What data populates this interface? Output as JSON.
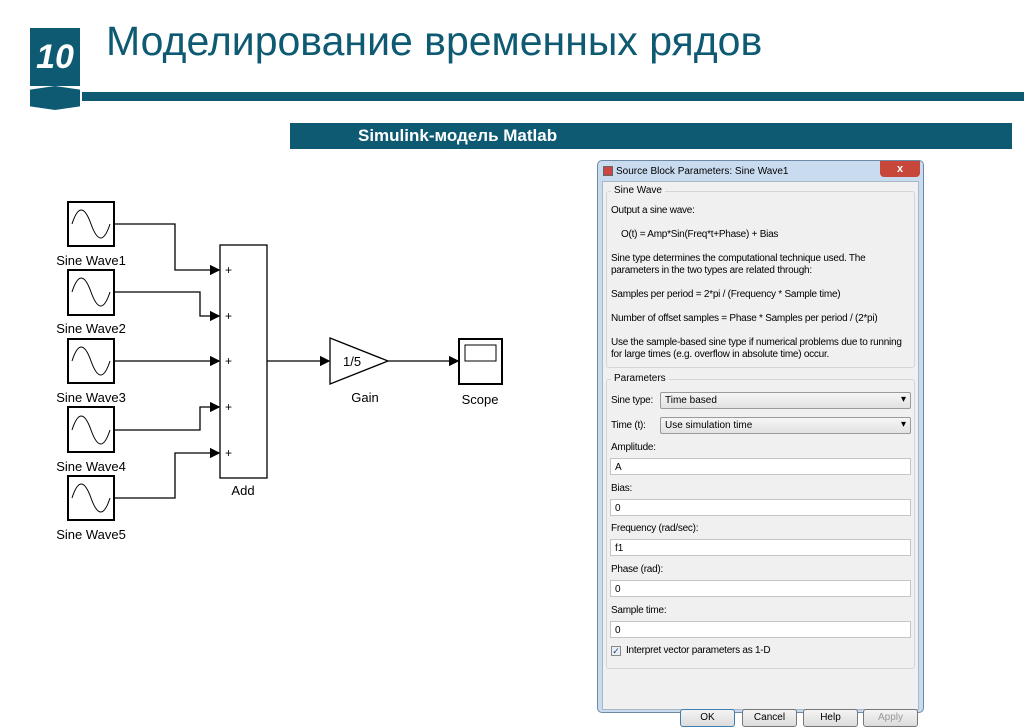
{
  "slide": {
    "number": "10",
    "title": "Моделирование временных рядов",
    "subtitle": "Simulink-модель Matlab",
    "accent": "#0e5a73"
  },
  "diagram": {
    "sources": [
      "Sine Wave1",
      "Sine Wave2",
      "Sine Wave3",
      "Sine Wave4",
      "Sine Wave5"
    ],
    "add_label": "Add",
    "add_signs": [
      "+",
      "+",
      "+",
      "+",
      "+"
    ],
    "gain_value": "1/5",
    "gain_label": "Gain",
    "scope_label": "Scope"
  },
  "dialog": {
    "title": "Source Block Parameters: Sine Wave1",
    "close": "x",
    "group1": "Sine Wave",
    "desc": [
      "Output a sine wave:",
      "O(t) = Amp*Sin(Freq*t+Phase) + Bias",
      "Sine type determines the computational technique used. The",
      "parameters in the two types are related through:",
      "Samples per period = 2*pi / (Frequency * Sample time)",
      "Number of offset samples = Phase * Samples per period / (2*pi)",
      "Use the sample-based sine type if numerical problems due to running",
      "for large times (e.g. overflow in absolute time) occur."
    ],
    "group2": "Parameters",
    "sine_type_label": "Sine type:",
    "sine_type": "Time based",
    "time_label": "Time (t):",
    "time": "Use simulation time",
    "fields": [
      {
        "label": "Amplitude:",
        "value": "A"
      },
      {
        "label": "Bias:",
        "value": "0"
      },
      {
        "label": "Frequency (rad/sec):",
        "value": "f1"
      },
      {
        "label": "Phase (rad):",
        "value": "0"
      },
      {
        "label": "Sample time:",
        "value": "0"
      }
    ],
    "checkbox_label": "Interpret vector parameters as 1-D",
    "checkbox_checked": true,
    "buttons": {
      "ok": "OK",
      "cancel": "Cancel",
      "help": "Help",
      "apply": "Apply"
    }
  }
}
